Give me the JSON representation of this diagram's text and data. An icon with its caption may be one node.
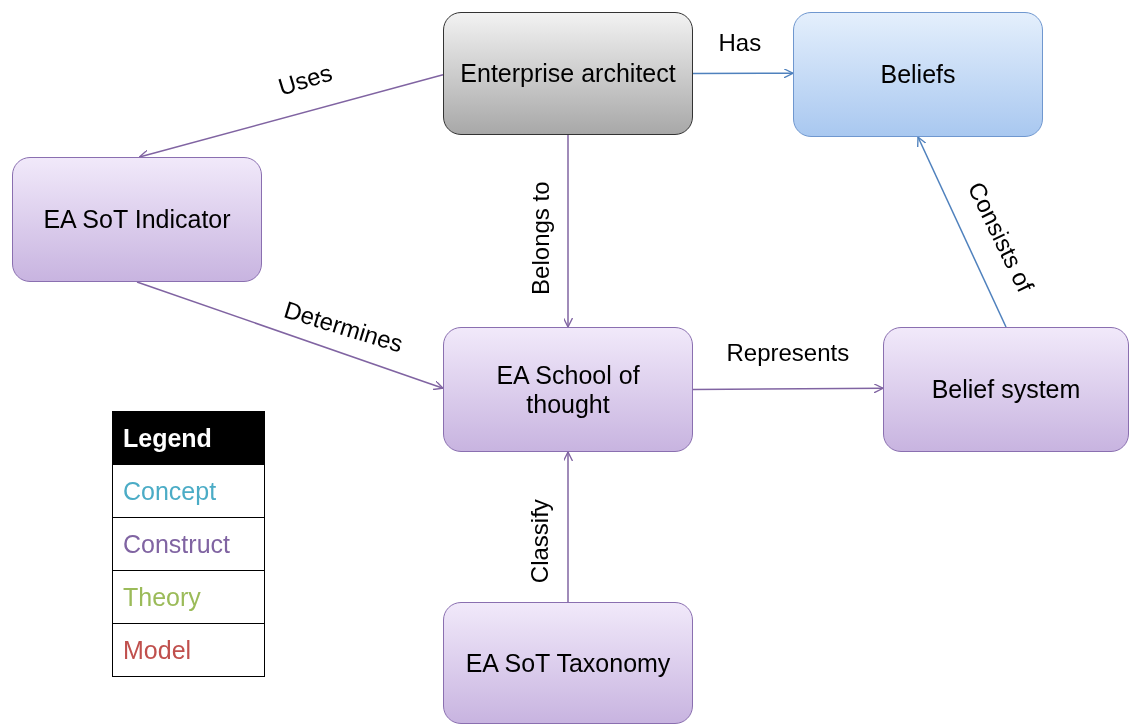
{
  "diagram": {
    "nodes": [
      {
        "text": [
          "Enterprise architect"
        ]
      },
      {
        "text": [
          "Beliefs"
        ]
      },
      {
        "text": [
          "EA SoT Indicator"
        ]
      },
      {
        "text": [
          "EA School of thought"
        ]
      },
      {
        "text": [
          "Belief system"
        ]
      },
      {
        "text": [
          "EA SoT Taxonomy"
        ]
      }
    ],
    "edges": [
      {
        "from": 0,
        "to": 2,
        "arrow": "to",
        "label": "Uses"
      },
      {
        "from": 0,
        "to": 1,
        "arrow": "to",
        "label": "Has",
        "color": "#4f81bd"
      },
      {
        "from": 0,
        "to": 3,
        "arrow": "to",
        "label": "Belongs to"
      },
      {
        "from": 2,
        "to": 3,
        "arrow": "to",
        "label": "Determines"
      },
      {
        "from": 3,
        "to": 4,
        "arrow": "to",
        "label": "Represents"
      },
      {
        "from": 4,
        "to": 1,
        "arrow": "to",
        "label": "Consists of",
        "color": "#4f81bd"
      },
      {
        "from": 5,
        "to": 3,
        "arrow": "to",
        "label": "Classify"
      }
    ],
    "labels": [
      "Legend"
    ],
    "legend": [
      {
        "text": "Concept",
        "color": "#4bacc6"
      },
      {
        "text": "Construct",
        "color": "#8064a2"
      },
      {
        "text": "Theory",
        "color": "#9bbb59"
      },
      {
        "text": "Model",
        "color": "#c0504d"
      }
    ]
  }
}
